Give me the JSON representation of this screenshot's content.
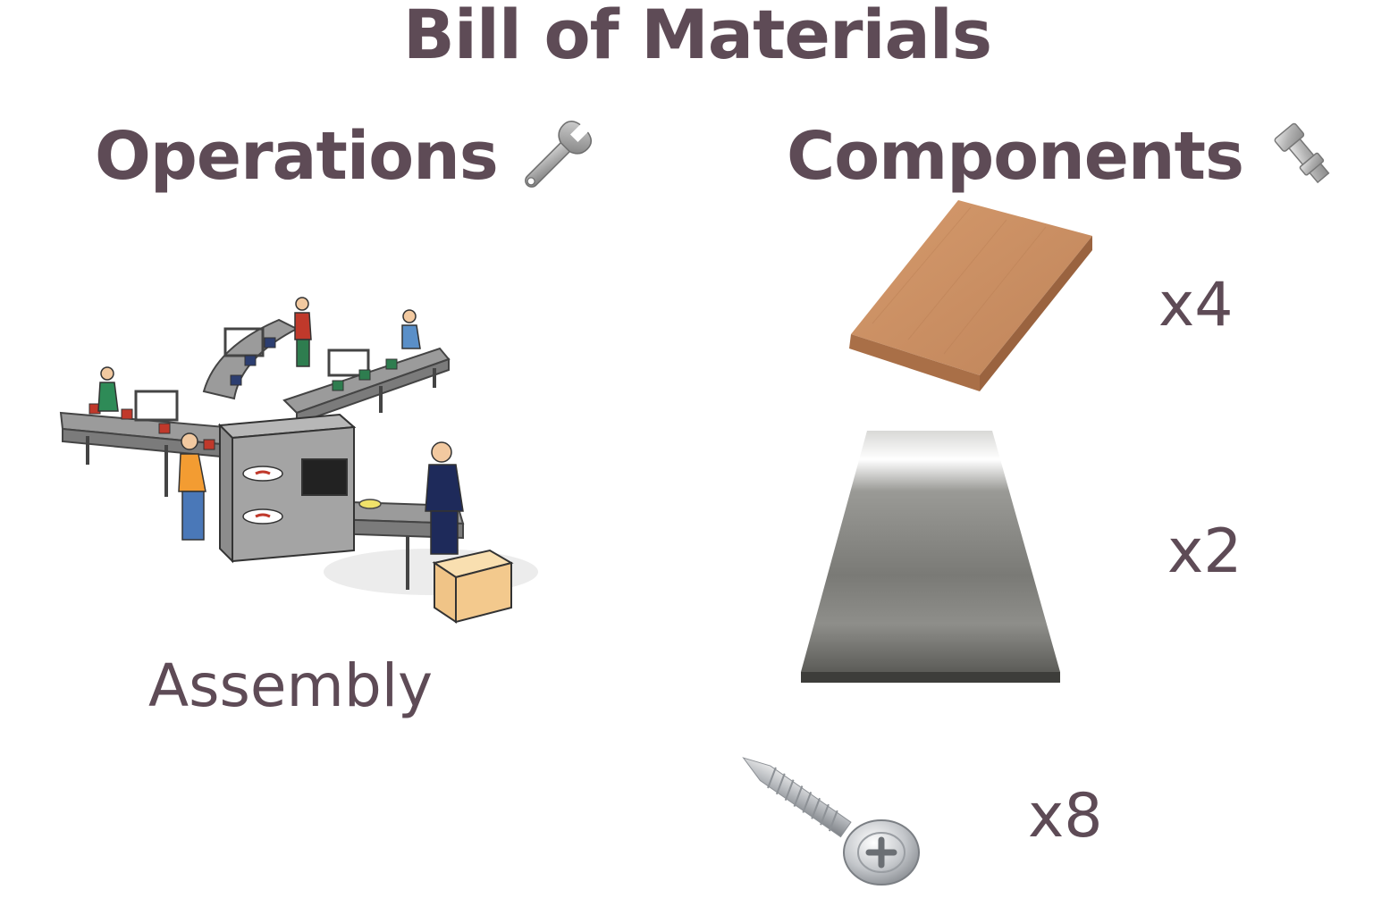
{
  "title": "Bill of Materials",
  "operations": {
    "heading": "Operations",
    "heading_icon": "wrench-icon",
    "items": [
      {
        "label": "Assembly",
        "illustration": "assembly-line-illustration"
      }
    ]
  },
  "components": {
    "heading": "Components",
    "heading_icon": "bolt-icon",
    "items": [
      {
        "name": "wood-board",
        "quantity": "x4"
      },
      {
        "name": "metal-sheet",
        "quantity": "x2"
      },
      {
        "name": "screw",
        "quantity": "x8"
      }
    ]
  },
  "colors": {
    "text": "#5e4b56",
    "wood": "#c98f63",
    "metal": "#7a7a76",
    "box": "#f3c98d"
  }
}
